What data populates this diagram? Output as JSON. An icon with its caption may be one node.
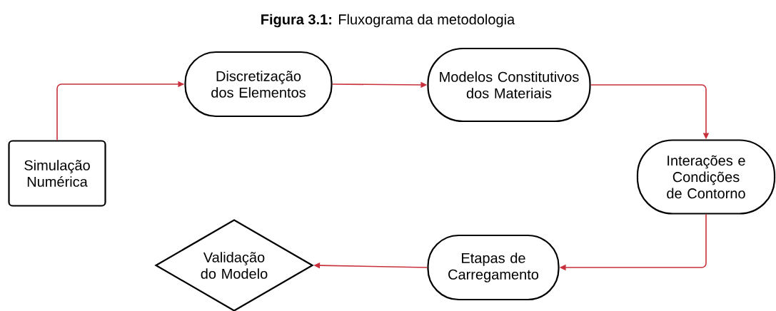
{
  "diagram": {
    "title": "**Figura 3.1:** Fluxograma da metodologia",
    "nodes": [
      {
        "text": [
          "Simulação Numérica"
        ]
      },
      {
        "text": [
          "Discretização dos Elementos"
        ]
      },
      {
        "text": [
          "Modelos Constitutivos dos Materiais"
        ]
      },
      {
        "text": [
          "Interações e Condições de Contorno"
        ]
      },
      {
        "text": [
          "Etapas de Carregamento"
        ]
      },
      {
        "text": [
          "Validação do Modelo"
        ]
      }
    ],
    "edges": [
      {
        "from": 0,
        "to": 1,
        "arrow": "to"
      },
      {
        "from": 1,
        "to": 2,
        "arrow": "to"
      },
      {
        "from": 2,
        "to": 3,
        "arrow": "to"
      },
      {
        "from": 3,
        "to": 4,
        "arrow": "to"
      },
      {
        "from": 4,
        "to": 5,
        "arrow": "to"
      }
    ]
  }
}
